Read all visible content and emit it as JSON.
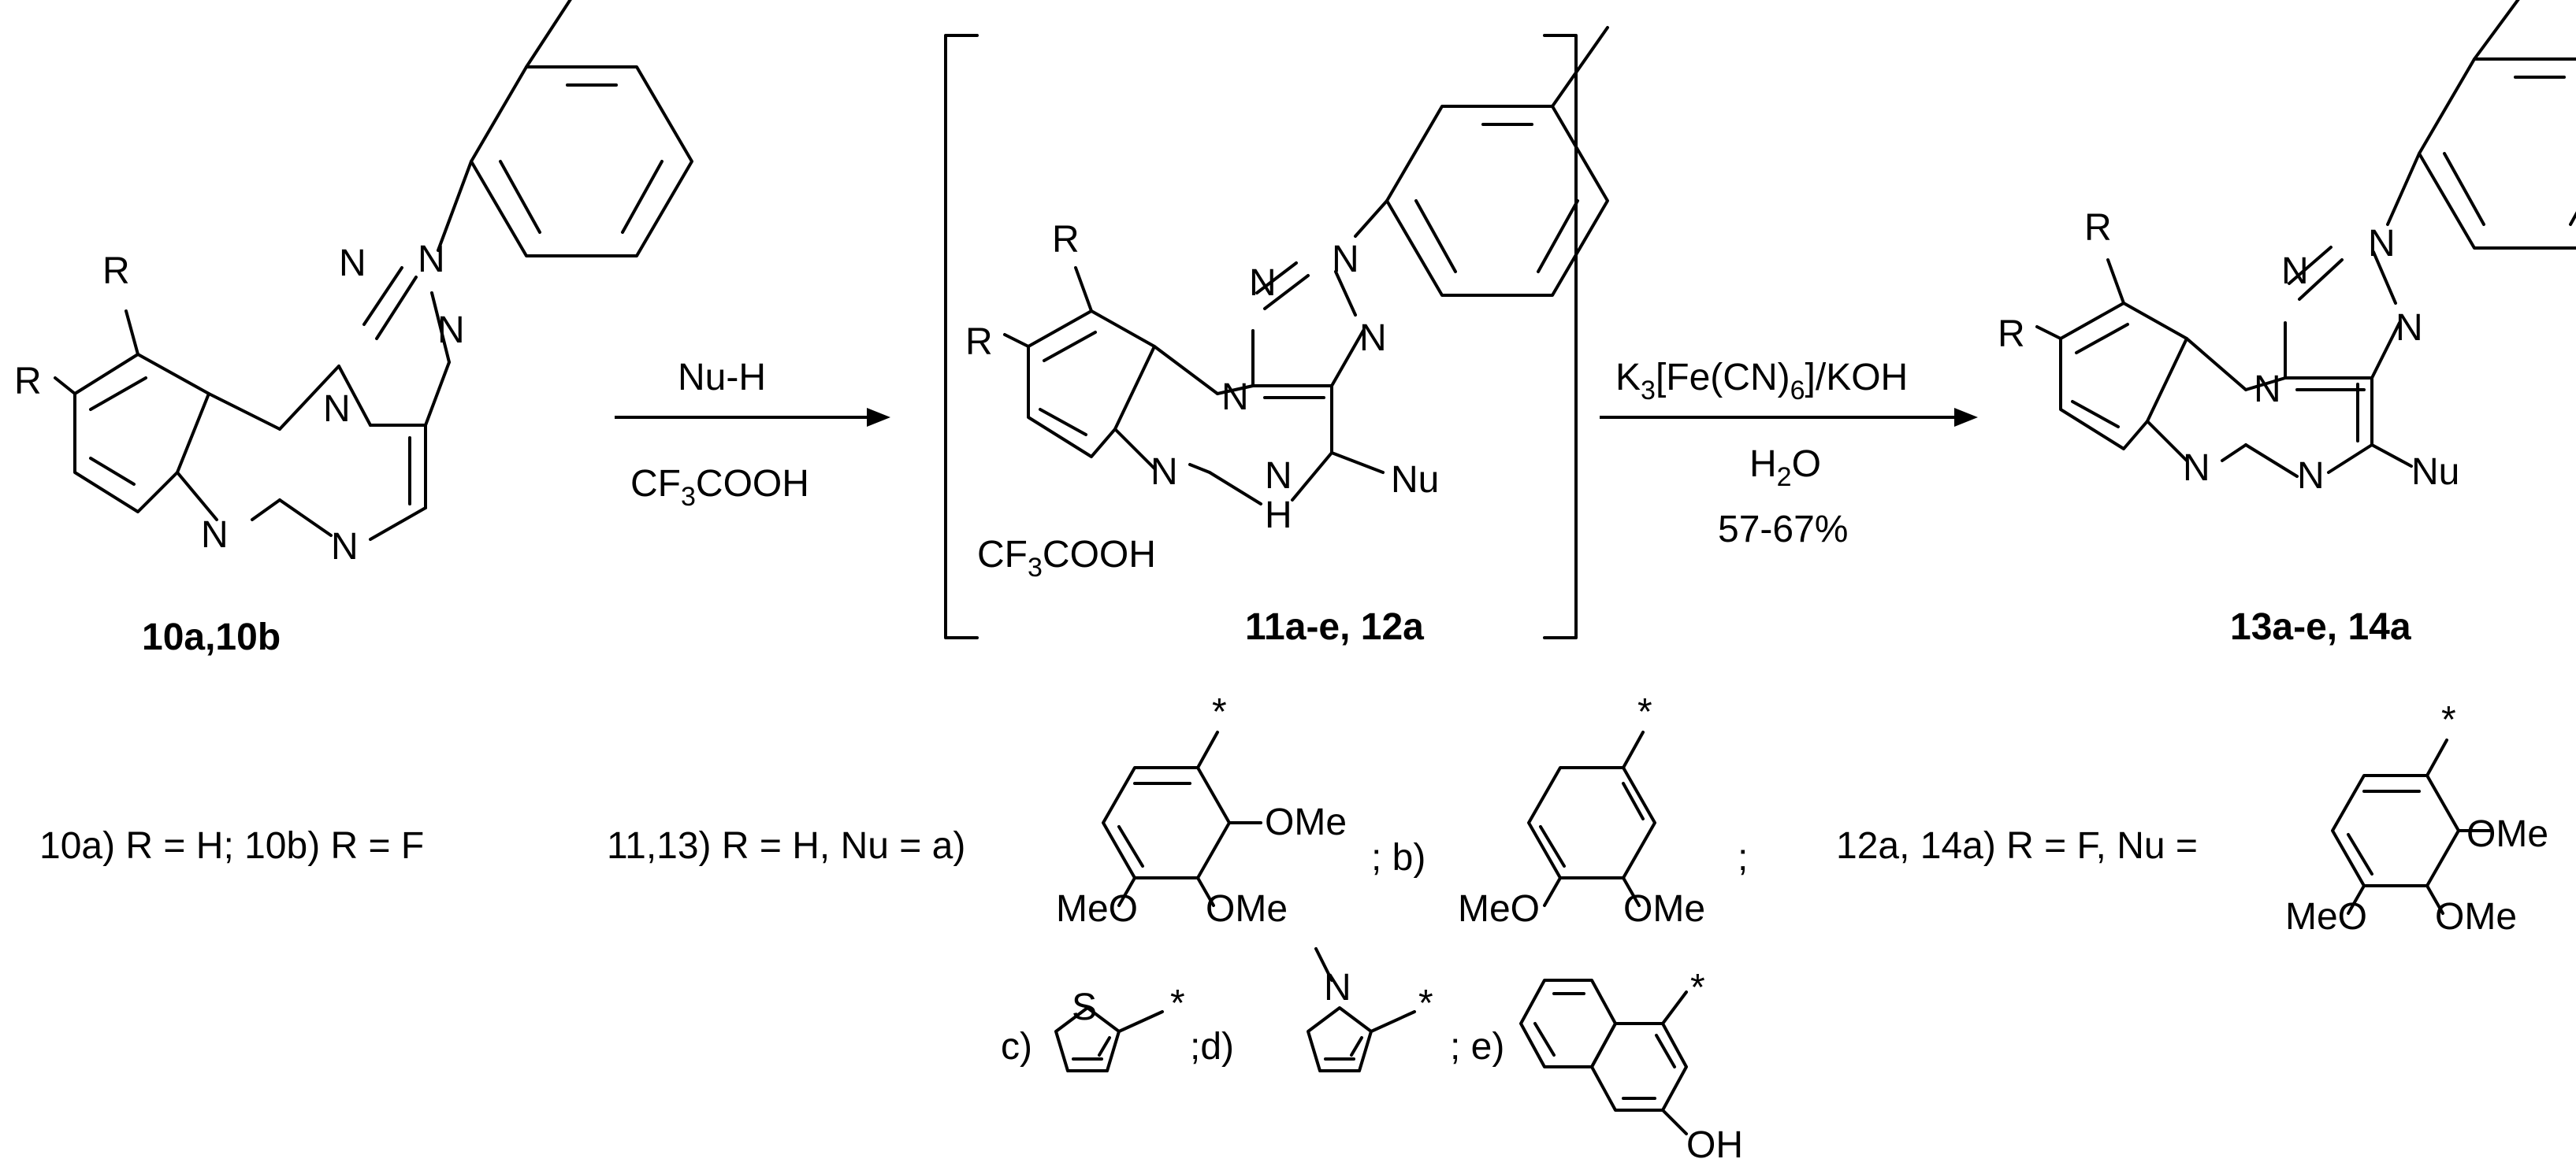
{
  "reactant": {
    "label": "10a,10b",
    "atom_R": "R",
    "atom_N": "N"
  },
  "step1": {
    "reagent_top": "Nu-H",
    "reagent_bottom_pre": "CF",
    "reagent_bottom_sub": "3",
    "reagent_bottom_post": "COOH"
  },
  "intermediate": {
    "label": "11a-e, 12a",
    "salt_pre": "CF",
    "salt_sub": "3",
    "salt_post": "COOH",
    "atom_Nu": "Nu",
    "atom_N": "N",
    "atom_H": "H",
    "atom_R": "R"
  },
  "step2": {
    "reagent_top_K": "K",
    "reagent_top_sub3": "3",
    "reagent_top_mid": "[Fe(CN)",
    "reagent_top_sub6": "6",
    "reagent_top_end": "]/KOH",
    "reagent_mid_pre": "H",
    "reagent_mid_sub": "2",
    "reagent_mid_post": "O",
    "yield": "57-67%"
  },
  "product": {
    "label": "13a-e, 14a",
    "atom_Nu": "Nu",
    "atom_N": "N",
    "atom_R": "R"
  },
  "legend": {
    "r10": "10a) R = H; 10b) R = F",
    "r11": "11,13) R = H, Nu = a)",
    "sep_b": "; b)",
    "sep_semicolon": ";",
    "r12": "12a, 14a) R = F, Nu =",
    "c": "c)",
    "d": ";d)",
    "e": "; e)",
    "ome": "OMe",
    "meo": "MeO",
    "oh": "OH",
    "s": "S",
    "n": "N",
    "star": "*"
  }
}
